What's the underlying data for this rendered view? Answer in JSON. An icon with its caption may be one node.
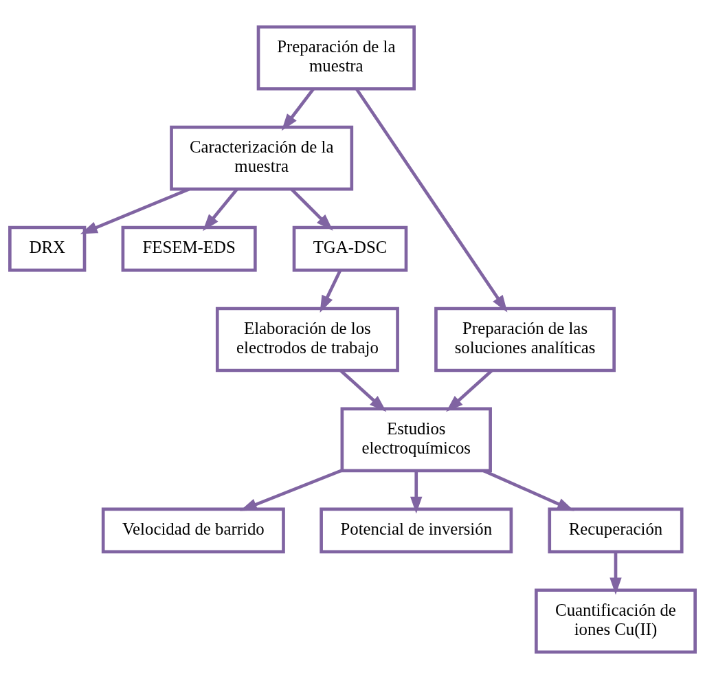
{
  "diagram": {
    "nodes": [
      {
        "text": [
          "Preparación de la muestra"
        ]
      },
      {
        "text": [
          "Caracterización de la muestra"
        ]
      },
      {
        "text": [
          "Preparación de las soluciones analíticas"
        ]
      },
      {
        "text": [
          "DRX"
        ]
      },
      {
        "text": [
          "FESEM-EDS"
        ]
      },
      {
        "text": [
          "TGA-DSC"
        ]
      },
      {
        "text": [
          "Estudios electroquímicos"
        ]
      },
      {
        "text": [
          "Elaboración de los electrodos de trabajo"
        ]
      },
      {
        "text": [
          "Velocidad de barrido"
        ]
      },
      {
        "text": [
          "Potencial de inversión"
        ]
      },
      {
        "text": [
          "Recuperación"
        ]
      },
      {
        "text": [
          "Cuantificación de iones Cu(II)"
        ]
      }
    ],
    "edges": [
      {
        "from": 0,
        "to": 1,
        "arrow": "to"
      },
      {
        "from": 0,
        "to": 2,
        "arrow": "to"
      },
      {
        "from": 1,
        "to": 3,
        "arrow": "to"
      },
      {
        "from": 1,
        "to": 4,
        "arrow": "to"
      },
      {
        "from": 1,
        "to": 5,
        "arrow": "to"
      },
      {
        "from": 5,
        "to": 7,
        "arrow": "to"
      },
      {
        "from": 7,
        "to": 6,
        "arrow": "to"
      },
      {
        "from": 2,
        "to": 6,
        "arrow": "to"
      },
      {
        "from": 6,
        "to": 8,
        "arrow": "to"
      },
      {
        "from": 6,
        "to": 9,
        "arrow": "to"
      },
      {
        "from": 6,
        "to": 10,
        "arrow": "to"
      },
      {
        "from": 10,
        "to": 11,
        "arrow": "to"
      }
    ]
  }
}
